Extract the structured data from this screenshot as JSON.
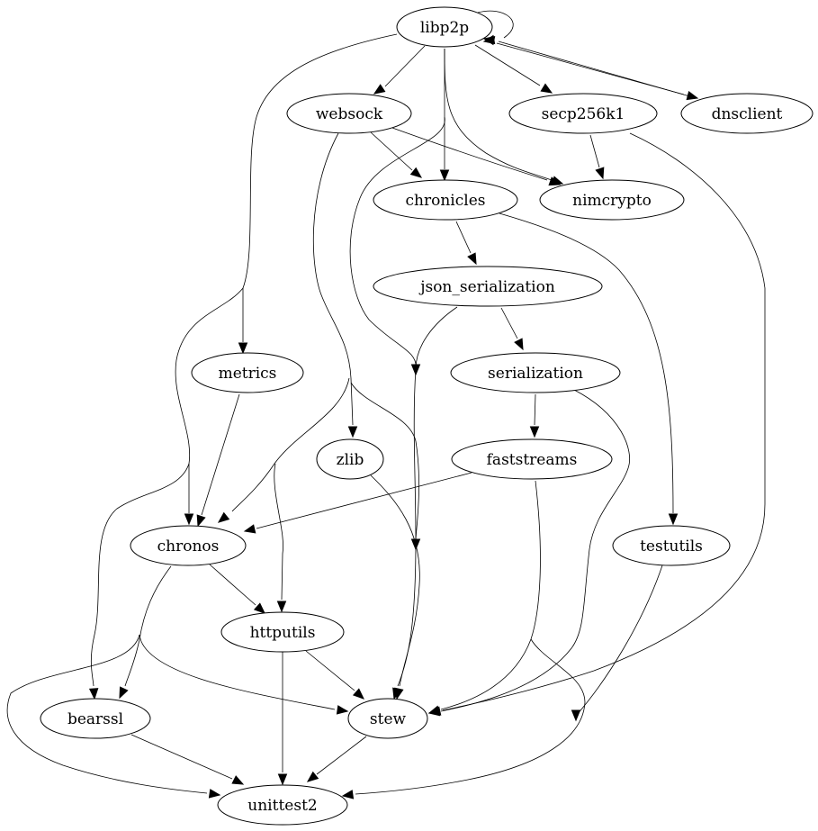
{
  "graph": {
    "type": "dependency-graph",
    "nodes": [
      {
        "id": "libp2p",
        "label": "libp2p"
      },
      {
        "id": "websock",
        "label": "websock"
      },
      {
        "id": "secp256k1",
        "label": "secp256k1"
      },
      {
        "id": "dnsclient",
        "label": "dnsclient"
      },
      {
        "id": "chronicles",
        "label": "chronicles"
      },
      {
        "id": "nimcrypto",
        "label": "nimcrypto"
      },
      {
        "id": "json_serialization",
        "label": "json_serialization"
      },
      {
        "id": "metrics",
        "label": "metrics"
      },
      {
        "id": "serialization",
        "label": "serialization"
      },
      {
        "id": "zlib",
        "label": "zlib"
      },
      {
        "id": "faststreams",
        "label": "faststreams"
      },
      {
        "id": "chronos",
        "label": "chronos"
      },
      {
        "id": "testutils",
        "label": "testutils"
      },
      {
        "id": "httputils",
        "label": "httputils"
      },
      {
        "id": "bearssl",
        "label": "bearssl"
      },
      {
        "id": "stew",
        "label": "stew"
      },
      {
        "id": "unittest2",
        "label": "unittest2"
      }
    ],
    "edges": [
      {
        "from": "libp2p",
        "to": "libp2p"
      },
      {
        "from": "libp2p",
        "to": "websock"
      },
      {
        "from": "libp2p",
        "to": "secp256k1"
      },
      {
        "from": "libp2p",
        "to": "dnsclient"
      },
      {
        "from": "dnsclient",
        "to": "libp2p"
      },
      {
        "from": "libp2p",
        "to": "chronicles"
      },
      {
        "from": "libp2p",
        "to": "nimcrypto"
      },
      {
        "from": "libp2p",
        "to": "metrics"
      },
      {
        "from": "libp2p",
        "to": "chronos"
      },
      {
        "from": "libp2p",
        "to": "stew"
      },
      {
        "from": "libp2p",
        "to": "bearssl"
      },
      {
        "from": "websock",
        "to": "chronicles"
      },
      {
        "from": "websock",
        "to": "nimcrypto"
      },
      {
        "from": "websock",
        "to": "zlib"
      },
      {
        "from": "websock",
        "to": "chronos"
      },
      {
        "from": "websock",
        "to": "httputils"
      },
      {
        "from": "websock",
        "to": "stew"
      },
      {
        "from": "secp256k1",
        "to": "nimcrypto"
      },
      {
        "from": "secp256k1",
        "to": "stew"
      },
      {
        "from": "chronicles",
        "to": "json_serialization"
      },
      {
        "from": "chronicles",
        "to": "testutils"
      },
      {
        "from": "json_serialization",
        "to": "serialization"
      },
      {
        "from": "json_serialization",
        "to": "stew"
      },
      {
        "from": "serialization",
        "to": "faststreams"
      },
      {
        "from": "serialization",
        "to": "stew"
      },
      {
        "from": "metrics",
        "to": "chronos"
      },
      {
        "from": "faststreams",
        "to": "chronos"
      },
      {
        "from": "faststreams",
        "to": "stew"
      },
      {
        "from": "faststreams",
        "to": "unittest2"
      },
      {
        "from": "zlib",
        "to": "stew"
      },
      {
        "from": "testutils",
        "to": "unittest2"
      },
      {
        "from": "chronos",
        "to": "httputils"
      },
      {
        "from": "chronos",
        "to": "bearssl"
      },
      {
        "from": "chronos",
        "to": "stew"
      },
      {
        "from": "chronos",
        "to": "unittest2"
      },
      {
        "from": "httputils",
        "to": "stew"
      },
      {
        "from": "httputils",
        "to": "unittest2"
      },
      {
        "from": "bearssl",
        "to": "unittest2"
      },
      {
        "from": "stew",
        "to": "unittest2"
      }
    ]
  },
  "colors": {
    "background": "#ffffff",
    "stroke": "#000000",
    "text": "#000000"
  }
}
